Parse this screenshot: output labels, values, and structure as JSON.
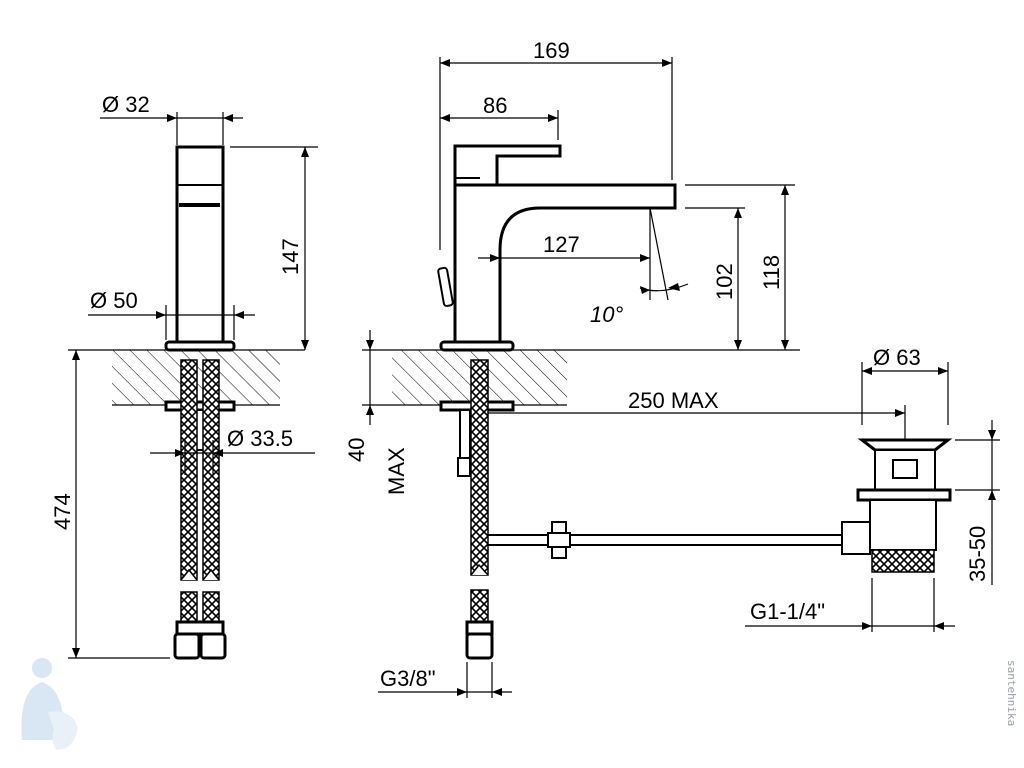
{
  "dimensions": {
    "dia_32": "Ø 32",
    "dia_50": "Ø 50",
    "dia_33_5": "Ø 33.5",
    "h_147": "147",
    "h_474": "474",
    "w_169": "169",
    "w_86": "86",
    "w_127": "127",
    "angle_10": "10°",
    "h_102": "102",
    "h_118": "118",
    "max_40": "40",
    "max_label": "MAX",
    "dia_63": "Ø 63",
    "w_250_max": "250 MAX",
    "h_35_50": "35-50",
    "thread_g1_1_4": "G1-1/4\"",
    "thread_g3_8": "G3/8\""
  },
  "watermark": {
    "text": "santehnika"
  }
}
